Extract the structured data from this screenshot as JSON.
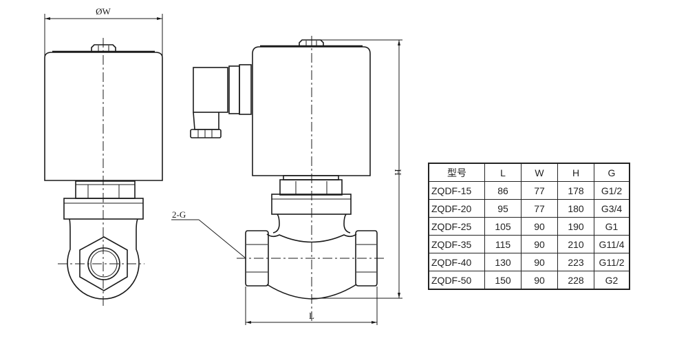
{
  "drawing": {
    "dim_width_label": "ØW",
    "dim_height_label": "H",
    "dim_length_label": "L",
    "port_label": "2-G"
  },
  "table": {
    "headers": [
      "型号",
      "L",
      "W",
      "H",
      "G"
    ],
    "rows": [
      [
        "ZQDF-15",
        "86",
        "77",
        "178",
        "G1/2"
      ],
      [
        "ZQDF-20",
        "95",
        "77",
        "180",
        "G3/4"
      ],
      [
        "ZQDF-25",
        "105",
        "90",
        "190",
        "G1"
      ],
      [
        "ZQDF-35",
        "115",
        "90",
        "210",
        "G11/4"
      ],
      [
        "ZQDF-40",
        "130",
        "90",
        "223",
        "G11/2"
      ],
      [
        "ZQDF-50",
        "150",
        "90",
        "228",
        "G2"
      ]
    ]
  }
}
